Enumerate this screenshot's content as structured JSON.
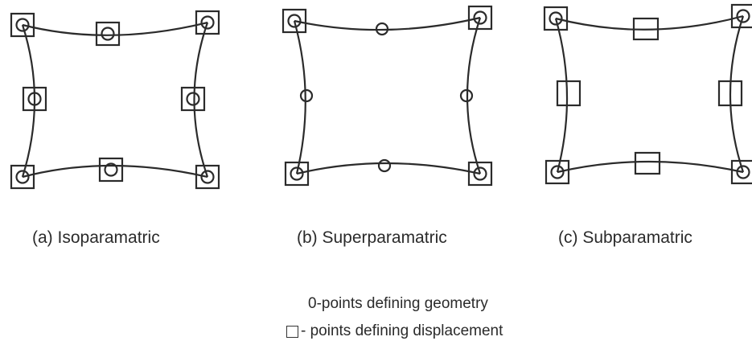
{
  "panels": [
    {
      "id": "a",
      "caption": "(a) Isoparamatric"
    },
    {
      "id": "b",
      "caption": "(b) Superparamatric"
    },
    {
      "id": "c",
      "caption": "(c) Subparamatric"
    }
  ],
  "legend": {
    "geometry": "0-points defining geometry",
    "displacement": "- points defining displacement"
  },
  "colors": {
    "stroke": "#2b2b2b",
    "background": "#ffffff"
  }
}
